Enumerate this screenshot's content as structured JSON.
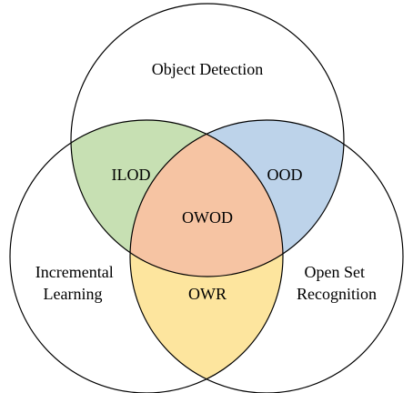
{
  "sets": {
    "object_detection": {
      "label": "Object Detection"
    },
    "incremental_learning": {
      "label_lines": [
        "Incremental",
        "Learning"
      ]
    },
    "open_set_recognition": {
      "label_lines": [
        "Open Set",
        "Recognition"
      ]
    }
  },
  "intersections": {
    "ilod": {
      "label": "ILOD",
      "color": "#c7e0b3"
    },
    "ood": {
      "label": "OOD",
      "color": "#bdd3ea"
    },
    "owr": {
      "label": "OWR",
      "color": "#fde59e"
    },
    "owod": {
      "label": "OWOD",
      "color": "#f6c4a3"
    }
  },
  "colors": {
    "outline": "#000000",
    "background": "#ffffff"
  }
}
